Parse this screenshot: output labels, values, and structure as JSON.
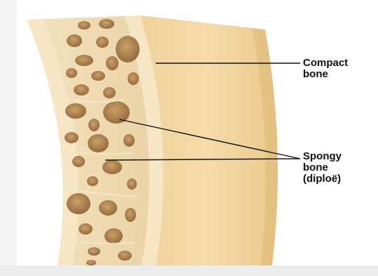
{
  "labels": {
    "compact_bone": [
      "Compact",
      "bone"
    ],
    "spongy_bone": [
      "Spongy",
      "bone",
      "(diploë)"
    ]
  },
  "colors": {
    "background": "#ffffff",
    "compact_bone": "#f1d59c",
    "compact_bone_shade": "#e3bf7d",
    "spongy_matrix": "#ead1a3",
    "cavity": "#b5884f",
    "label_text": "#111111",
    "leader_line": "#111111"
  }
}
